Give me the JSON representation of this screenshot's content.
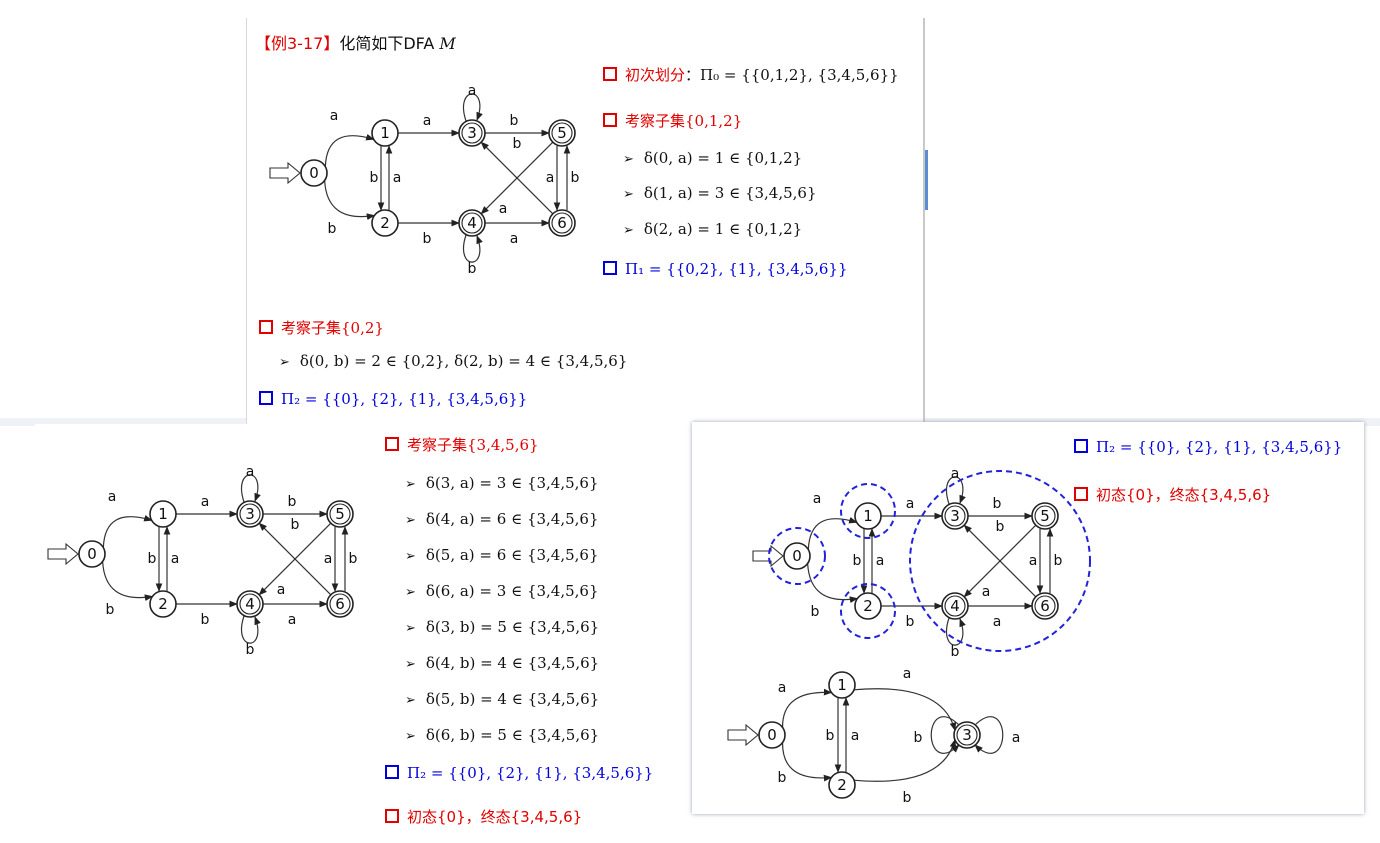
{
  "panel1": {
    "title_prefix": "【例3-17】",
    "title_text": "化简如下DFA ",
    "title_m": "M",
    "items": [
      {
        "type": "head",
        "label": "初次划分",
        "math": "：Π₀ = {{0,1,2}, {3,4,5,6}}",
        "color": "red"
      },
      {
        "type": "head",
        "label": "考察子集",
        "math": "{0,1,2}",
        "color": "red"
      },
      {
        "type": "bullet",
        "text": "δ(0, a) = 1 ∈ {0,1,2}"
      },
      {
        "type": "bullet",
        "text": "δ(1, a) = 3 ∈ {3,4,5,6}"
      },
      {
        "type": "bullet",
        "text": "δ(2, a) = 1 ∈ {0,1,2}"
      },
      {
        "type": "result",
        "text": "Π₁ = {{0,2}, {1}, {3,4,5,6}}"
      }
    ],
    "subset2_label": "考察子集",
    "subset2_math": "{0,2}",
    "subset2_bullet": "δ(0, b) = 2 ∈ {0,2},  δ(2, b) = 4 ∈ {3,4,5,6}",
    "result2": "Π₂ = {{0}, {2}, {1}, {3,4,5,6}}"
  },
  "panel2": {
    "head_label": "考察子集",
    "head_math": "{3,4,5,6}",
    "bullets": [
      "δ(3, a) = 3 ∈ {3,4,5,6}",
      "δ(4, a) = 6 ∈ {3,4,5,6}",
      "δ(5, a) = 6 ∈ {3,4,5,6}",
      "δ(6, a) = 3 ∈ {3,4,5,6}",
      "δ(3, b) = 5 ∈ {3,4,5,6}",
      "δ(4, b) = 4 ∈ {3,4,5,6}",
      "δ(5, b) = 4 ∈ {3,4,5,6}",
      "δ(6, b) = 5 ∈ {3,4,5,6}"
    ],
    "result": "Π₂ = {{0}, {2}, {1}, {3,4,5,6}}",
    "final_label": "初态{0}，终态{3,4,5,6}"
  },
  "panel3": {
    "result": "Π₂ = {{0}, {2}, {1}, {3,4,5,6}}",
    "final_label": "初态{0}，终态{3,4,5,6}"
  },
  "dfa": {
    "states": [
      "0",
      "1",
      "2",
      "3",
      "4",
      "5",
      "6"
    ],
    "accepting": [
      "3",
      "4",
      "5",
      "6"
    ],
    "start": "0",
    "transitions": [
      {
        "from": "0",
        "label": "a",
        "to": "1"
      },
      {
        "from": "0",
        "label": "b",
        "to": "2"
      },
      {
        "from": "1",
        "label": "a",
        "to": "3"
      },
      {
        "from": "1",
        "label": "b",
        "to": "2"
      },
      {
        "from": "2",
        "label": "a",
        "to": "1"
      },
      {
        "from": "2",
        "label": "b",
        "to": "4"
      },
      {
        "from": "3",
        "label": "a",
        "to": "3"
      },
      {
        "from": "3",
        "label": "b",
        "to": "5"
      },
      {
        "from": "4",
        "label": "a",
        "to": "6"
      },
      {
        "from": "4",
        "label": "b",
        "to": "4"
      },
      {
        "from": "5",
        "label": "a",
        "to": "6"
      },
      {
        "from": "5",
        "label": "b",
        "to": "4"
      },
      {
        "from": "6",
        "label": "a",
        "to": "3"
      },
      {
        "from": "6",
        "label": "b",
        "to": "5"
      }
    ]
  },
  "min_dfa": {
    "states": [
      "0",
      "1",
      "2",
      "3"
    ],
    "accepting": [
      "3"
    ],
    "start": "0",
    "transitions": [
      {
        "from": "0",
        "label": "a",
        "to": "1"
      },
      {
        "from": "0",
        "label": "b",
        "to": "2"
      },
      {
        "from": "1",
        "label": "a",
        "to": "3"
      },
      {
        "from": "1",
        "label": "b",
        "to": "2"
      },
      {
        "from": "2",
        "label": "a",
        "to": "1"
      },
      {
        "from": "2",
        "label": "b",
        "to": "3"
      },
      {
        "from": "3",
        "label": "a",
        "to": "3"
      },
      {
        "from": "3",
        "label": "b",
        "to": "3"
      }
    ]
  },
  "colors": {
    "red": "#e00000",
    "blue": "#0000dd",
    "group_circle": "#2222dd"
  }
}
